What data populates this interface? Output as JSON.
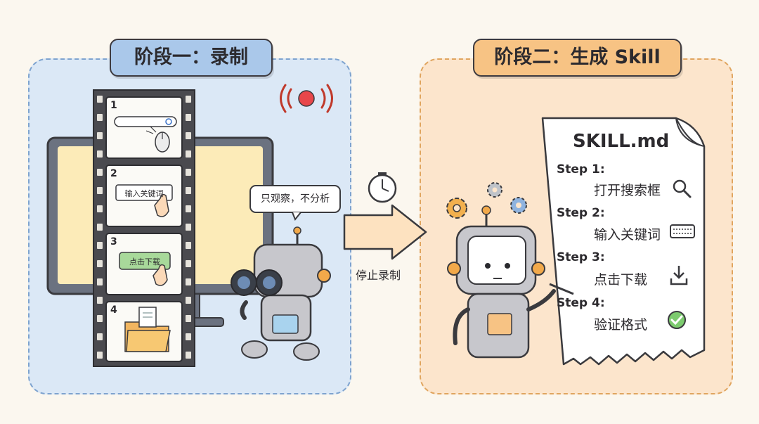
{
  "phase1": {
    "title": "阶段一：录制",
    "frames": [
      {
        "num": "1"
      },
      {
        "num": "2",
        "label": "输入关键词"
      },
      {
        "num": "3",
        "label": "点击下载"
      },
      {
        "num": "4"
      }
    ],
    "bubble": "只观察，不分析"
  },
  "transition": {
    "caption": "停止录制"
  },
  "phase2": {
    "title": "阶段二：生成 Skill",
    "doc_title": "SKILL.md",
    "steps": [
      {
        "label": "Step 1:",
        "text": "打开搜索框",
        "icon": "magnifier-icon"
      },
      {
        "label": "Step 2:",
        "text": "输入关键词",
        "icon": "keyboard-icon"
      },
      {
        "label": "Step 3:",
        "text": "点击下载",
        "icon": "download-icon"
      },
      {
        "label": "Step 4:",
        "text": "验证格式",
        "icon": "check-circle-icon"
      }
    ]
  },
  "colors": {
    "blue_panel": "#dbe8f6",
    "orange_panel": "#fce5cc",
    "record_red": "#e8474a",
    "check_green": "#4caf50"
  }
}
